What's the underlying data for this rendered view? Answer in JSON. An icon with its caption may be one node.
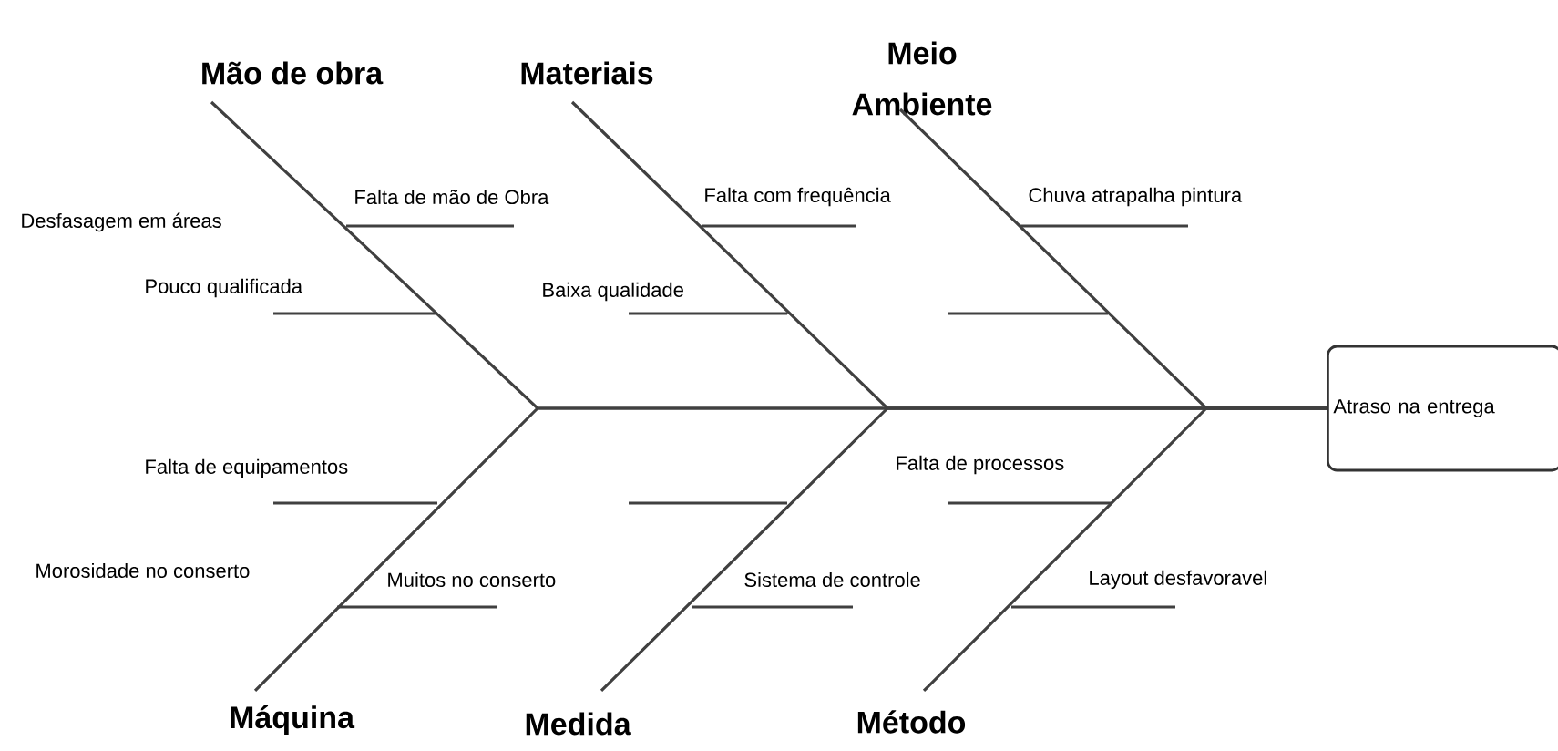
{
  "diagram": {
    "nodes": [
      {
        "text": [
          "Mão de obra"
        ]
      },
      {
        "text": [
          "Materiais"
        ]
      },
      {
        "text": [
          "Meio Ambiente"
        ]
      },
      {
        "text": [
          "Máquina"
        ]
      },
      {
        "text": [
          "Medida"
        ]
      },
      {
        "text": [
          "Método"
        ]
      },
      {
        "text": [
          "Atraso na entrega"
        ]
      }
    ],
    "edges": [
      {
        "from": 0,
        "to": 6,
        "arrow": "none"
      },
      {
        "from": 1,
        "to": 6,
        "arrow": "none"
      },
      {
        "from": 2,
        "to": 6,
        "arrow": "none"
      },
      {
        "from": 3,
        "to": 6,
        "arrow": "none"
      },
      {
        "from": 4,
        "to": 6,
        "arrow": "none"
      },
      {
        "from": 5,
        "to": 6,
        "arrow": "none"
      }
    ],
    "labels": [
      "Falta de mão de Obra",
      "Falta com frequência",
      "Chuva atrapalha pintura",
      "Desfasagem em áreas",
      "Pouco qualificada",
      "Baixa qualidade",
      "Falta de equipamentos",
      "Falta de processos",
      "Morosidade no conserto",
      "Muitos no conserto",
      "Sistema de controle",
      "Layout desfavoravel"
    ]
  }
}
